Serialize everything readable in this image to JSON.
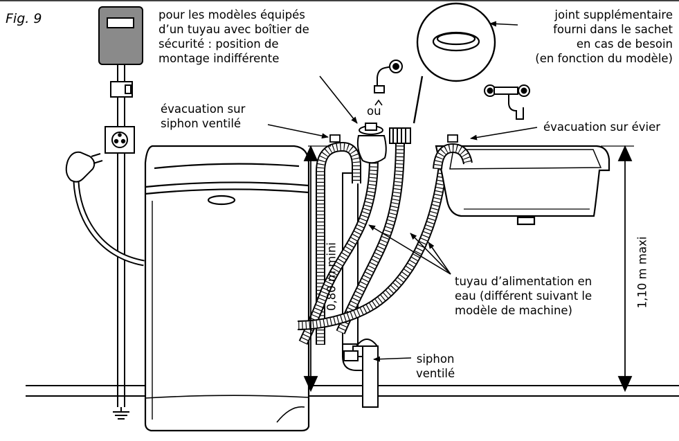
{
  "figure_label": "Fig. 9",
  "labels": {
    "safety_box": [
      "pour les modèles équipés",
      "d’un tuyau avec boîtier de",
      "sécurité : position de",
      "montage indifférente"
    ],
    "extra_seal": [
      "joint supplémentaire",
      "fourni dans le sachet",
      "en cas de besoin",
      "(en fonction du modèle)"
    ],
    "or": "ou",
    "vented_siphon_drain": [
      "évacuation sur",
      "siphon ventilé"
    ],
    "sink_drain": "évacuation sur évier",
    "supply_hose": [
      "tuyau d’alimentation en",
      "eau (différent suivant le",
      "modèle de machine)"
    ],
    "vented_siphon": [
      "siphon",
      "ventilé"
    ]
  },
  "dimensions": {
    "min_height": "0,80 m mini",
    "max_height": "1,10 m maxi"
  }
}
